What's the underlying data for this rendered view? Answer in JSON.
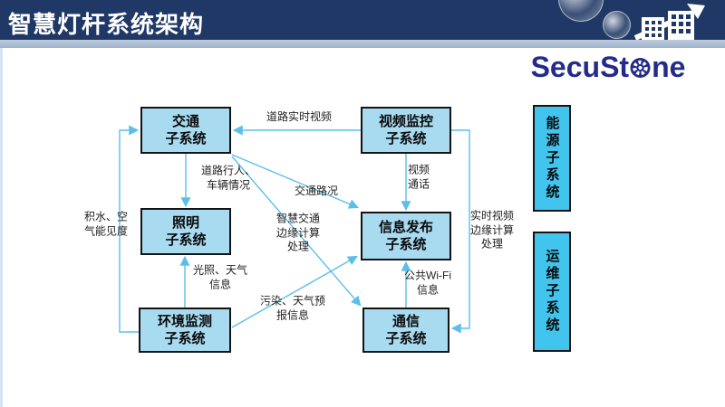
{
  "header": {
    "title": "智慧灯杆系统架构"
  },
  "logo": {
    "part1": "SecuSt",
    "part2": "ne"
  },
  "colors": {
    "header_bg": "#1F3865",
    "header_stripe": "#A9BCD2",
    "logo_blue": "#232C8C",
    "node_fill": "#A8DAF0",
    "side_node_fill": "#41C4EE",
    "node_border": "#141414",
    "connector": "#5BBFE8"
  },
  "nodes": {
    "traffic": "交通\n子系统",
    "video": "视频监控\n子系统",
    "lighting": "照明\n子系统",
    "info": "信息发布\n子系统",
    "env": "环境监测\n子系统",
    "comm": "通信\n子系统",
    "energy": "能源子系统",
    "ops": "运维子系统"
  },
  "edge_labels": {
    "road_video": "道路实时视频",
    "pedestrian": "道路行人、\n车辆情况",
    "traffic_cond": "交通路况",
    "video_call": "视频\n通话",
    "rt_video_edge": "实时视频\n边缘计算\n处理",
    "water_visibility": "积水、空\n气能见度",
    "smart_traffic_edge": "智慧交通\n边缘计算\n处理",
    "light_weather": "光照、天气\n信息",
    "pollution_forecast": "污染、天气预\n报信息",
    "public_wifi": "公共Wi-Fi\n信息"
  }
}
